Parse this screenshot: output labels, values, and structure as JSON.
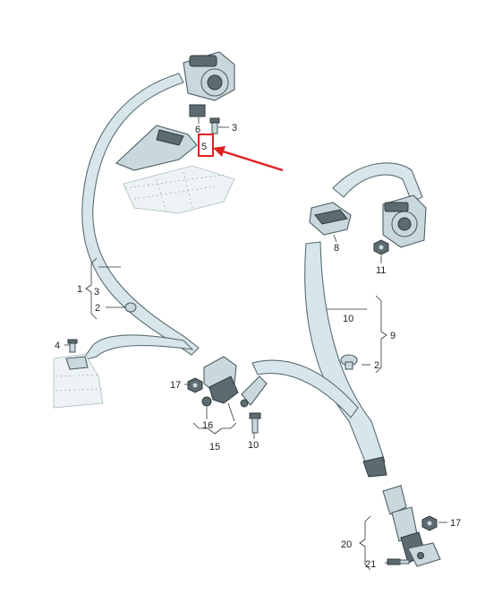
{
  "callouts": {
    "c1": "1",
    "c2a": "2",
    "c2b": "2",
    "c3a": "3",
    "c3b": "3",
    "c4": "4",
    "c5": "5",
    "c6": "6",
    "c8": "8",
    "c9": "9",
    "c10a": "10",
    "c10b": "10",
    "c11": "11",
    "c15": "15",
    "c16": "16",
    "c17a": "17",
    "c17b": "17",
    "c20": "20",
    "c21": "21"
  },
  "colors": {
    "highlight_box": "#e02020",
    "pointer_arrow": "#e02020"
  }
}
